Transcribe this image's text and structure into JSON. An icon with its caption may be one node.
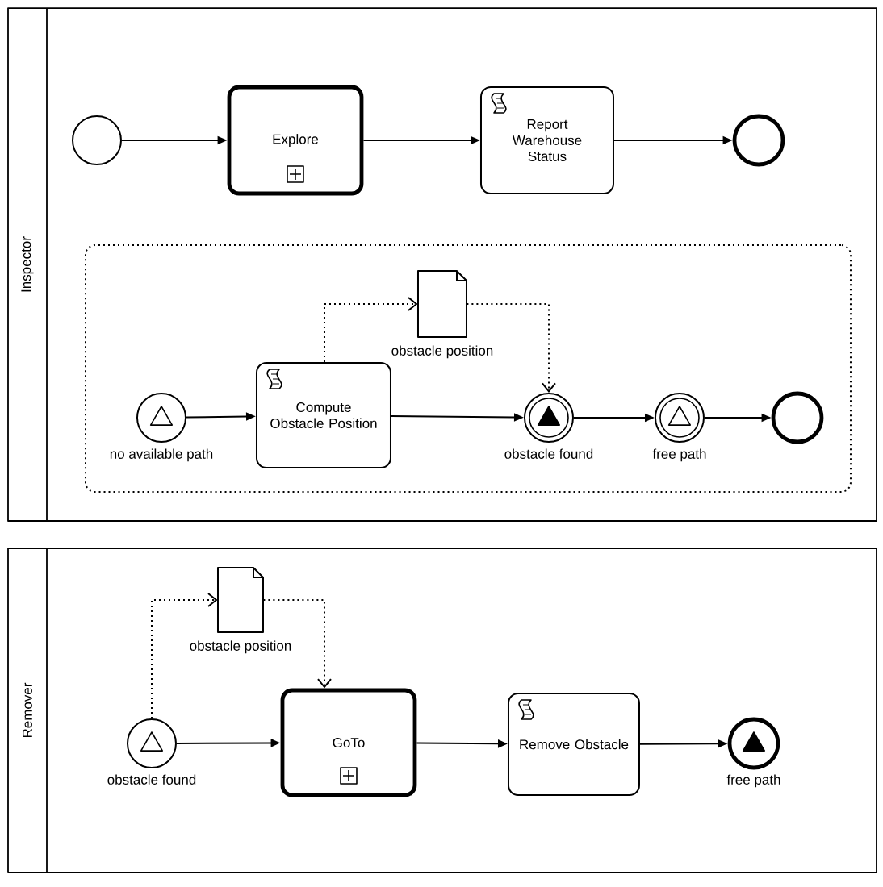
{
  "diagram": {
    "nodes": [
      {
        "text": [
          "Inspector"
        ]
      },
      {
        "text": [],
        "shape": "circle",
        "in": 0
      },
      {
        "text": [
          "Explore"
        ],
        "in": 0
      },
      {
        "text": [
          "Report Warehouse Status"
        ],
        "in": 0
      },
      {
        "text": [],
        "shape": "circle",
        "in": 0
      },
      {
        "text": [],
        "shape": "box",
        "in": 0
      },
      {
        "text": [],
        "shape": "circle",
        "beside": [
          "no available path"
        ],
        "in": 5
      },
      {
        "text": [
          "Compute Obstacle Position"
        ],
        "in": 5
      },
      {
        "text": [],
        "shape": "document",
        "beside": [
          "obstacle position"
        ],
        "in": 5
      },
      {
        "text": [],
        "shape": "circle",
        "beside": [
          "obstacle found"
        ],
        "in": 5
      },
      {
        "text": [],
        "shape": "circle",
        "beside": [
          "free path"
        ],
        "in": 5
      },
      {
        "text": [],
        "shape": "circle",
        "in": 5
      },
      {
        "text": [
          "Remover"
        ]
      },
      {
        "text": [],
        "shape": "circle",
        "beside": [
          "obstacle found"
        ],
        "in": 12
      },
      {
        "text": [],
        "shape": "document",
        "beside": [
          "obstacle position"
        ],
        "in": 12
      },
      {
        "text": [
          "GoTo"
        ],
        "in": 12
      },
      {
        "text": [
          "Remove Obstacle"
        ],
        "in": 12
      },
      {
        "text": [],
        "shape": "circle",
        "beside": [
          "free path"
        ],
        "in": 12
      }
    ],
    "edges": [
      {
        "from": 1,
        "to": 2,
        "arrow": "to"
      },
      {
        "from": 2,
        "to": 3,
        "arrow": "to"
      },
      {
        "from": 3,
        "to": 4,
        "arrow": "to"
      },
      {
        "from": 6,
        "to": 7,
        "arrow": "to"
      },
      {
        "from": 7,
        "to": 9,
        "arrow": "to"
      },
      {
        "from": 7,
        "to": 8,
        "arrow": "to",
        "style": "dashed"
      },
      {
        "from": 8,
        "to": 9,
        "arrow": "to",
        "style": "dashed"
      },
      {
        "from": 9,
        "to": 10,
        "arrow": "to"
      },
      {
        "from": 10,
        "to": 11,
        "arrow": "to"
      },
      {
        "from": 13,
        "to": 15,
        "arrow": "to"
      },
      {
        "from": 13,
        "to": 14,
        "arrow": "to",
        "style": "dashed"
      },
      {
        "from": 14,
        "to": 15,
        "arrow": "to",
        "style": "dashed"
      },
      {
        "from": 15,
        "to": 16,
        "arrow": "to"
      },
      {
        "from": 16,
        "to": 17,
        "arrow": "to"
      }
    ]
  }
}
